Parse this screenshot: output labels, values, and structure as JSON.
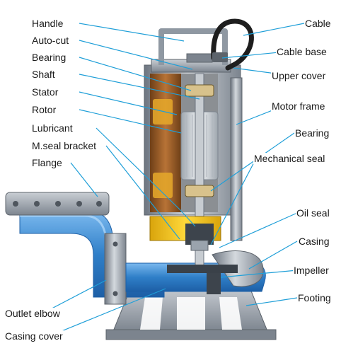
{
  "labels": {
    "left": [
      "Handle",
      "Auto-cut",
      "Bearing",
      "Shaft",
      "Stator",
      "Rotor",
      "Lubricant",
      "M.seal bracket",
      "Flange",
      "Outlet elbow",
      "Casing cover"
    ],
    "right": [
      "Cable",
      "Cable base",
      "Upper cover",
      "Motor frame",
      "Bearing",
      "Mechanical seal",
      "Oil seal",
      "Casing",
      "Impeller",
      "Footing"
    ]
  },
  "colors": {
    "leader": "#1f9fd8",
    "water": "#2f7fc8",
    "water_light": "#5ea8e6",
    "steel": "#9aa3ad",
    "motor_brown": "#a0612a",
    "oil_yellow": "#f2c418",
    "cable": "#222222"
  }
}
